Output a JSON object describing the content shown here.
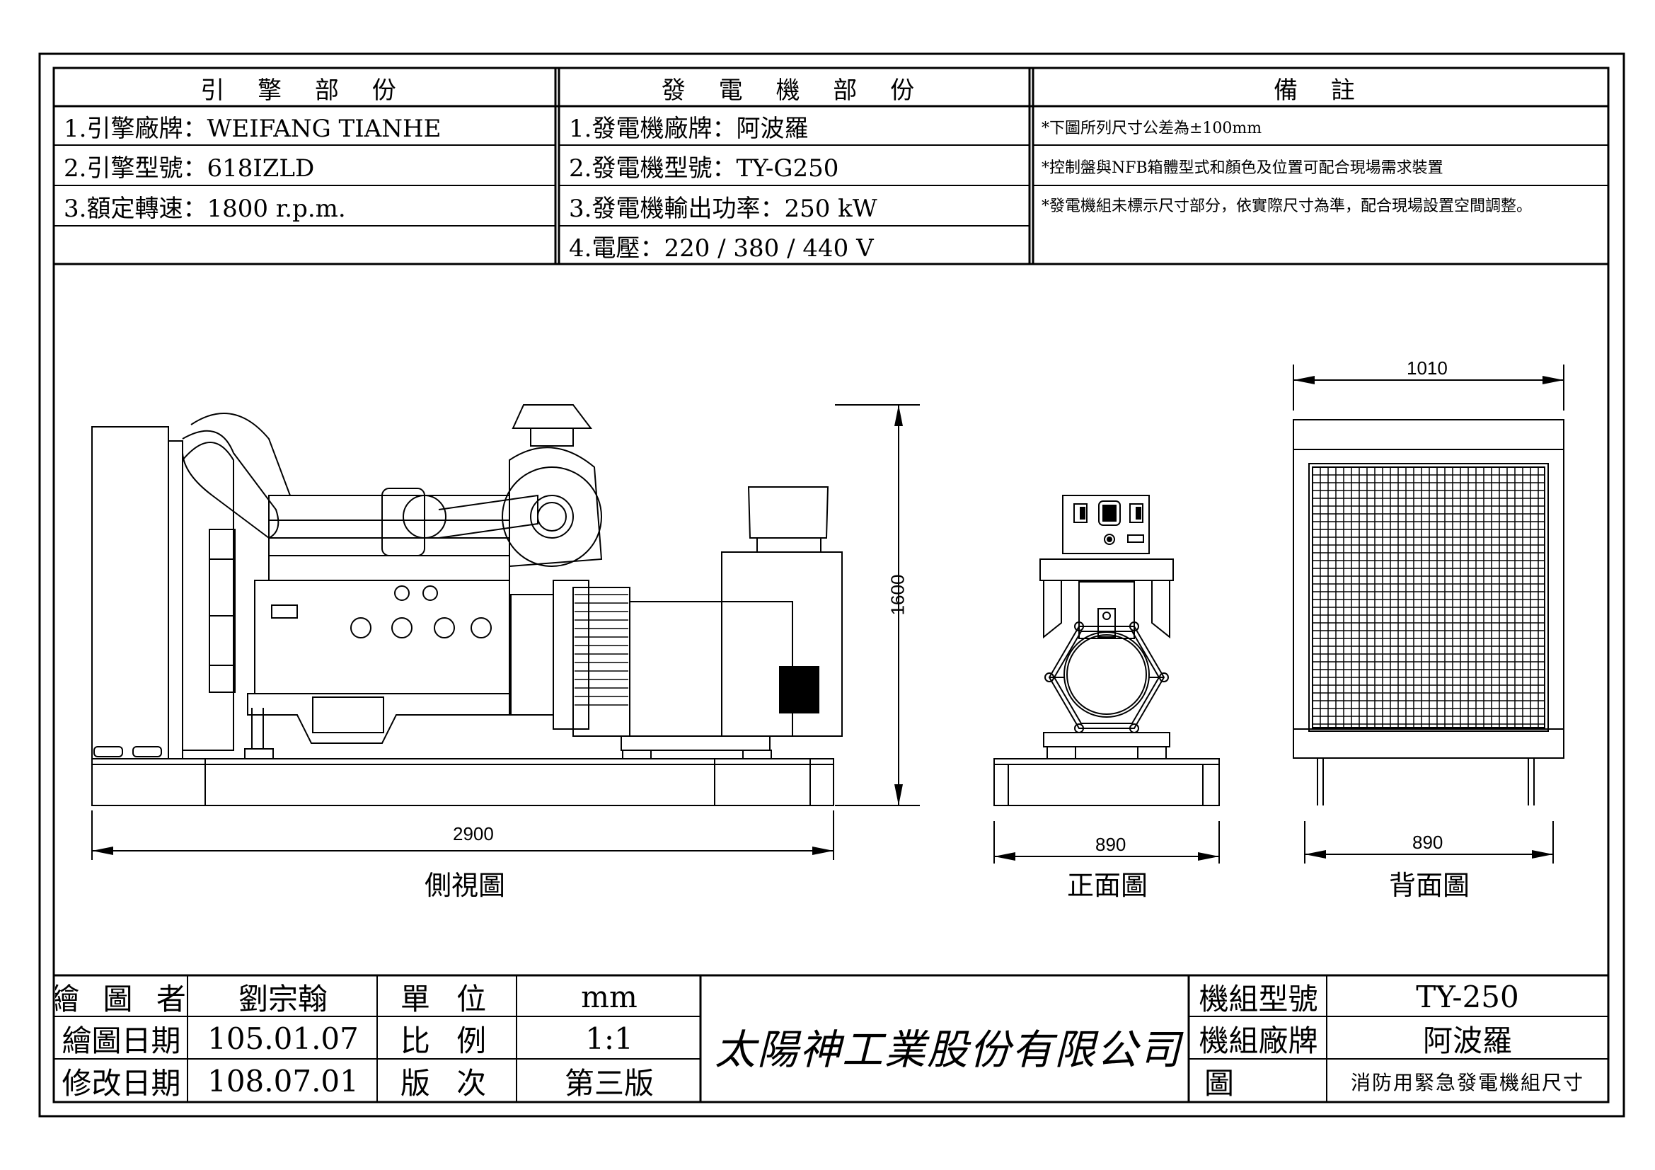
{
  "header": {
    "engine_title": "引 擎 部 份",
    "generator_title": "發 電 機 部 份",
    "remarks_title": "備 註"
  },
  "engine": {
    "brand": "1.引擎廠牌：WEIFANG TIANHE",
    "model": "2.引擎型號：618IZLD",
    "speed": "3.額定轉速：1800 r.p.m."
  },
  "generator": {
    "brand": "1.發電機廠牌：阿波羅",
    "model": "2.發電機型號：TY-G250",
    "output": "3.發電機輸出功率：250 kW",
    "voltage": "4.電壓：220 / 380 / 440 V"
  },
  "remarks": {
    "note1": "*下圖所列尺寸公差為±100mm",
    "note2": "*控制盤與NFB箱體型式和顏色及位置可配合現場需求裝置",
    "note3": "*發電機組未標示尺寸部分，依實際尺寸為準，配合現場設置空間調整。"
  },
  "dimensions": {
    "side_length": "2900",
    "side_height": "1600",
    "front_width": "890",
    "back_top_width": "1010",
    "back_base_width": "890"
  },
  "views": {
    "side": "側視圖",
    "front": "正面圖",
    "back": "背面圖"
  },
  "title_block": {
    "drawer_label": "繪 圖 者",
    "drawer_value": "劉宗翰",
    "unit_label": "單 位",
    "unit_value": "mm",
    "draw_date_label": "繪圖日期",
    "draw_date_value": "105.01.07",
    "scale_label": "比 例",
    "scale_value": "1:1",
    "revise_date_label": "修改日期",
    "revise_date_value": "108.07.01",
    "version_label": "版 次",
    "version_value": "第三版",
    "company": "太陽神工業股份有限公司",
    "set_model_label": "機組型號",
    "set_model_value": "TY-250",
    "set_brand_label": "機組廠牌",
    "set_brand_value": "阿波羅",
    "drawing_name_label": "圖 名",
    "drawing_name_value": "消防用緊急發電機組尺寸"
  }
}
